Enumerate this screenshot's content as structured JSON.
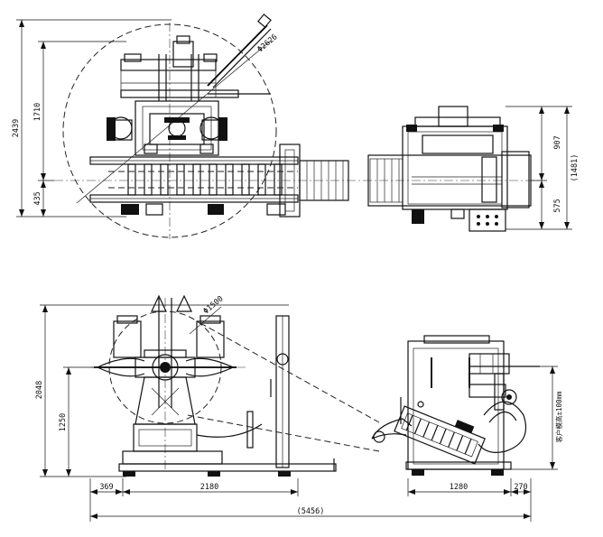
{
  "dimensions": {
    "top_height_total": "2439",
    "top_upper_height": "1710",
    "top_lower_height": "435",
    "top_circle_diameter": "Φ2626",
    "right_upper_height": "907",
    "right_total_height": "(1481)",
    "right_lower_height": "575",
    "bottom_circle_diameter": "Φ1500",
    "bottom_height_total": "2048",
    "bottom_mid_height": "1250",
    "left_offset": "369",
    "main_length": "2180",
    "feeder_length": "1280",
    "feeder_offset": "270",
    "overall_length": "(5456)",
    "feed_height_note": "客户模高±100mm"
  }
}
